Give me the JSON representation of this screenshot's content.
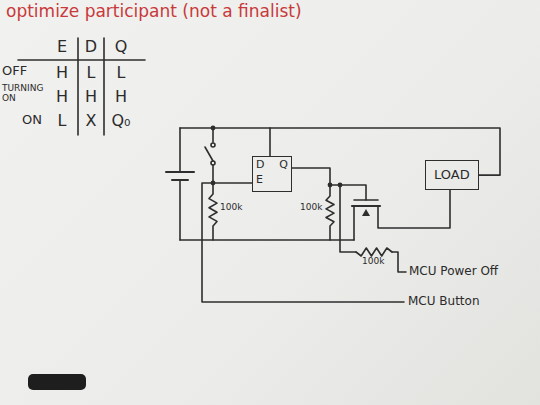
{
  "diagram": {
    "title": "optimize participant (not a finalist)",
    "nodes": [
      {
        "text": [
          "D",
          "E",
          "Q"
        ]
      },
      {
        "text": [
          "LOAD"
        ]
      }
    ],
    "edges": [
      {
        "from": 0,
        "to": 1,
        "arrow": "none"
      }
    ],
    "labels": [
      "E",
      "D",
      "Q",
      "OFF",
      "H",
      "L",
      "L",
      "TURNING ON",
      "H",
      "H",
      "H",
      "ON",
      "L",
      "X",
      "Q₀",
      "100k",
      "100k",
      "100k",
      "MCU Power Off",
      "MCU Button"
    ]
  }
}
